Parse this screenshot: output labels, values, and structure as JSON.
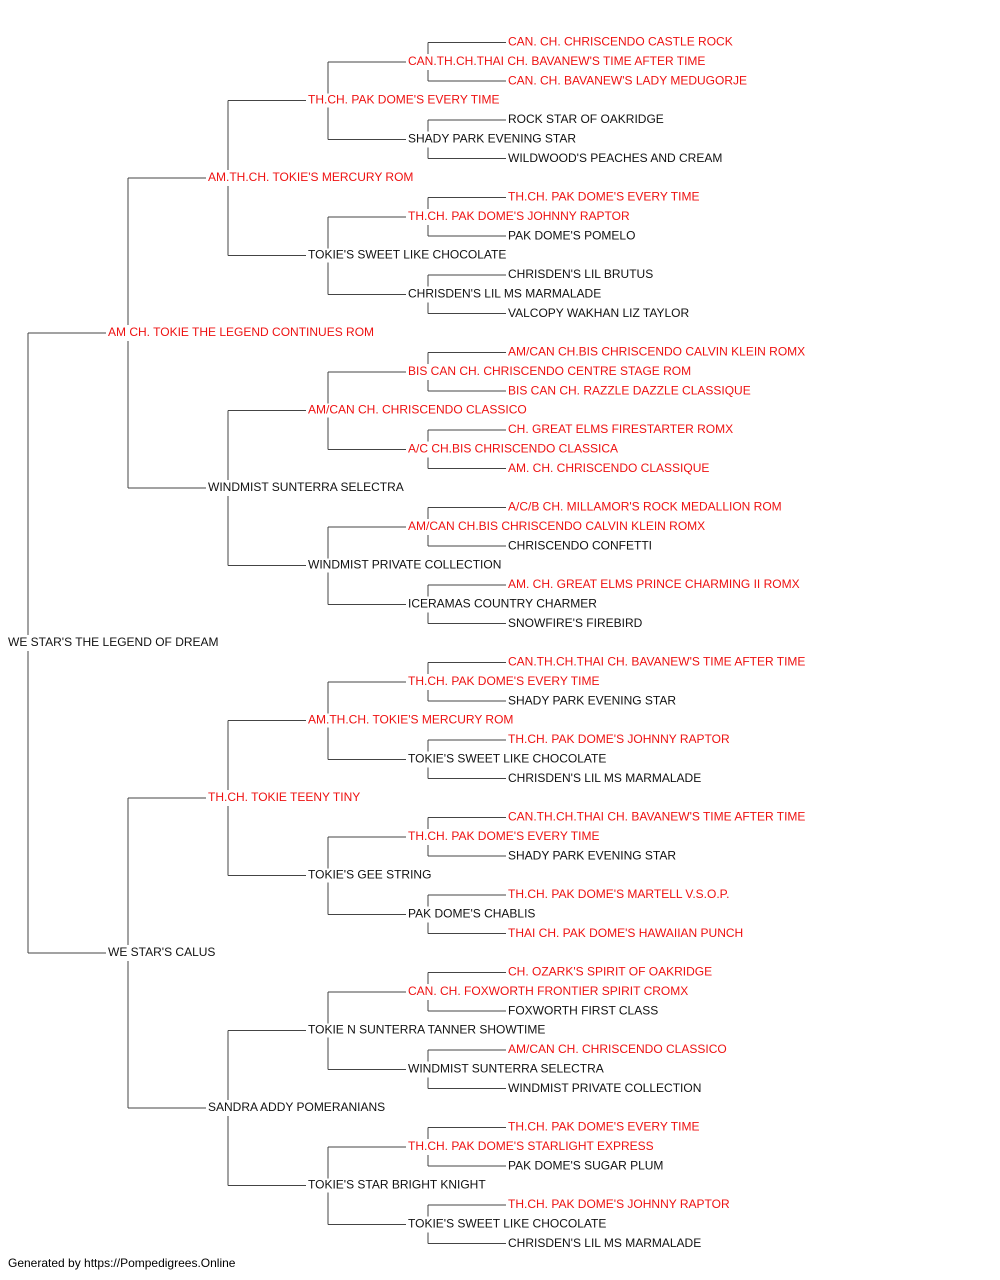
{
  "colors": {
    "champion": "#ee1111",
    "plain": "#111111",
    "line": "#444444"
  },
  "footer": "Generated by https://Pompedigrees.Online",
  "tree": {
    "name": "WE STAR'S THE LEGEND OF DREAM",
    "champion": false,
    "sire": {
      "name": "AM CH. TOKIE THE LEGEND CONTINUES ROM",
      "champion": true,
      "sire": {
        "name": "AM.TH.CH. TOKIE'S MERCURY ROM",
        "champion": true,
        "sire": {
          "name": "TH.CH. PAK DOME'S EVERY TIME",
          "champion": true,
          "sire": {
            "name": "CAN.TH.CH.THAI CH. BAVANEW'S TIME AFTER TIME",
            "champion": true,
            "sire": {
              "name": "CAN. CH. CHRISCENDO CASTLE ROCK",
              "champion": true
            },
            "dam": {
              "name": "CAN. CH. BAVANEW'S LADY MEDUGORJE",
              "champion": true
            }
          },
          "dam": {
            "name": "SHADY PARK EVENING STAR",
            "champion": false,
            "sire": {
              "name": "ROCK STAR OF OAKRIDGE",
              "champion": false
            },
            "dam": {
              "name": "WILDWOOD'S PEACHES AND CREAM",
              "champion": false
            }
          }
        },
        "dam": {
          "name": "TOKIE'S SWEET LIKE CHOCOLATE",
          "champion": false,
          "sire": {
            "name": "TH.CH. PAK DOME'S JOHNNY RAPTOR",
            "champion": true,
            "sire": {
              "name": "TH.CH. PAK DOME'S EVERY TIME",
              "champion": true
            },
            "dam": {
              "name": "PAK DOME'S POMELO",
              "champion": false
            }
          },
          "dam": {
            "name": "CHRISDEN'S LIL MS MARMALADE",
            "champion": false,
            "sire": {
              "name": "CHRISDEN'S LIL BRUTUS",
              "champion": false
            },
            "dam": {
              "name": "VALCOPY WAKHAN LIZ TAYLOR",
              "champion": false
            }
          }
        }
      },
      "dam": {
        "name": "WINDMIST SUNTERRA SELECTRA",
        "champion": false,
        "sire": {
          "name": "AM/CAN CH. CHRISCENDO CLASSICO",
          "champion": true,
          "sire": {
            "name": "BIS CAN CH. CHRISCENDO CENTRE STAGE ROM",
            "champion": true,
            "sire": {
              "name": "AM/CAN CH.BIS CHRISCENDO CALVIN KLEIN ROMX",
              "champion": true
            },
            "dam": {
              "name": "BIS CAN CH. RAZZLE DAZZLE CLASSIQUE",
              "champion": true
            }
          },
          "dam": {
            "name": "A/C CH.BIS CHRISCENDO CLASSICA",
            "champion": true,
            "sire": {
              "name": "CH. GREAT ELMS FIRESTARTER ROMX",
              "champion": true
            },
            "dam": {
              "name": "AM. CH. CHRISCENDO CLASSIQUE",
              "champion": true
            }
          }
        },
        "dam": {
          "name": "WINDMIST PRIVATE COLLECTION",
          "champion": false,
          "sire": {
            "name": "AM/CAN CH.BIS CHRISCENDO CALVIN KLEIN ROMX",
            "champion": true,
            "sire": {
              "name": "A/C/B CH. MILLAMOR'S ROCK MEDALLION ROM",
              "champion": true
            },
            "dam": {
              "name": "CHRISCENDO CONFETTI",
              "champion": false
            }
          },
          "dam": {
            "name": "ICERAMAS COUNTRY CHARMER",
            "champion": false,
            "sire": {
              "name": "AM. CH. GREAT ELMS PRINCE CHARMING II ROMX",
              "champion": true
            },
            "dam": {
              "name": "SNOWFIRE'S FIREBIRD",
              "champion": false
            }
          }
        }
      }
    },
    "dam": {
      "name": "WE STAR'S CALUS",
      "champion": false,
      "sire": {
        "name": "TH.CH. TOKIE TEENY TINY",
        "champion": true,
        "sire": {
          "name": "AM.TH.CH. TOKIE'S MERCURY ROM",
          "champion": true,
          "sire": {
            "name": "TH.CH. PAK DOME'S EVERY TIME",
            "champion": true,
            "sire": {
              "name": "CAN.TH.CH.THAI CH. BAVANEW'S TIME AFTER TIME",
              "champion": true
            },
            "dam": {
              "name": "SHADY PARK EVENING STAR",
              "champion": false
            }
          },
          "dam": {
            "name": "TOKIE'S SWEET LIKE CHOCOLATE",
            "champion": false,
            "sire": {
              "name": "TH.CH. PAK DOME'S JOHNNY RAPTOR",
              "champion": true
            },
            "dam": {
              "name": "CHRISDEN'S LIL MS MARMALADE",
              "champion": false
            }
          }
        },
        "dam": {
          "name": "TOKIE'S GEE STRING",
          "champion": false,
          "sire": {
            "name": "TH.CH. PAK DOME'S EVERY TIME",
            "champion": true,
            "sire": {
              "name": "CAN.TH.CH.THAI CH. BAVANEW'S TIME AFTER TIME",
              "champion": true
            },
            "dam": {
              "name": "SHADY PARK EVENING STAR",
              "champion": false
            }
          },
          "dam": {
            "name": "PAK DOME'S CHABLIS",
            "champion": false,
            "sire": {
              "name": "TH.CH. PAK DOME'S MARTELL V.S.O.P.",
              "champion": true
            },
            "dam": {
              "name": "THAI CH. PAK DOME'S HAWAIIAN PUNCH",
              "champion": true
            }
          }
        }
      },
      "dam": {
        "name": "SANDRA ADDY POMERANIANS",
        "champion": false,
        "sire": {
          "name": "TOKIE N SUNTERRA TANNER SHOWTIME",
          "champion": false,
          "sire": {
            "name": "CAN. CH. FOXWORTH FRONTIER SPIRIT CROMX",
            "champion": true,
            "sire": {
              "name": "CH. OZARK'S SPIRIT OF OAKRIDGE",
              "champion": true
            },
            "dam": {
              "name": "FOXWORTH FIRST CLASS",
              "champion": false
            }
          },
          "dam": {
            "name": "WINDMIST SUNTERRA SELECTRA",
            "champion": false,
            "sire": {
              "name": "AM/CAN CH. CHRISCENDO CLASSICO",
              "champion": true
            },
            "dam": {
              "name": "WINDMIST PRIVATE COLLECTION",
              "champion": false
            }
          }
        },
        "dam": {
          "name": "TOKIE'S STAR BRIGHT KNIGHT",
          "champion": false,
          "sire": {
            "name": "TH.CH. PAK DOME'S STARLIGHT EXPRESS",
            "champion": true,
            "sire": {
              "name": "TH.CH. PAK DOME'S EVERY TIME",
              "champion": true
            },
            "dam": {
              "name": "PAK DOME'S SUGAR PLUM",
              "champion": false
            }
          },
          "dam": {
            "name": "TOKIE'S SWEET LIKE CHOCOLATE",
            "champion": false,
            "sire": {
              "name": "TH.CH. PAK DOME'S JOHNNY RAPTOR",
              "champion": true
            },
            "dam": {
              "name": "CHRISDEN'S LIL MS MARMALADE",
              "champion": false
            }
          }
        }
      }
    }
  }
}
